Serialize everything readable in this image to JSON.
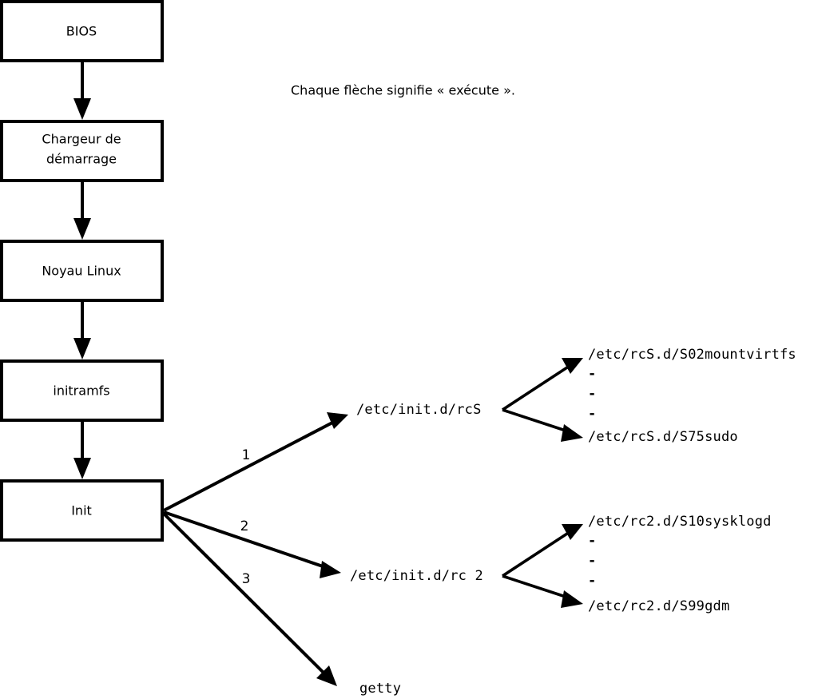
{
  "caption": {
    "text": "Chaque flèche signifie « exécute »."
  },
  "boot_chain": {
    "boxes": [
      {
        "id": "bios",
        "label": "BIOS"
      },
      {
        "id": "bootloader",
        "label_line1": "Chargeur de",
        "label_line2": "démarrage"
      },
      {
        "id": "kernel",
        "label": "Noyau Linux"
      },
      {
        "id": "initramfs",
        "label": "initramfs"
      },
      {
        "id": "init",
        "label": "Init"
      }
    ]
  },
  "init_branches": [
    {
      "number": "1",
      "target": "/etc/init.d/rcS"
    },
    {
      "number": "2",
      "target": "/etc/init.d/rc 2"
    },
    {
      "number": "3",
      "target": "getty"
    }
  ],
  "rcs_scripts": {
    "first": "/etc/rcS.d/S02mountvirtfs",
    "last": "/etc/rcS.d/S75sudo",
    "ellipsis": [
      "-",
      "-",
      "-"
    ]
  },
  "rc2_scripts": {
    "first": "/etc/rc2.d/S10sysklogd",
    "last": "/etc/rc2.d/S99gdm",
    "ellipsis": [
      "-",
      "-",
      "-"
    ]
  },
  "colors": {
    "stroke": "#000000",
    "background": "#ffffff",
    "box_fill": "#ffffff"
  }
}
